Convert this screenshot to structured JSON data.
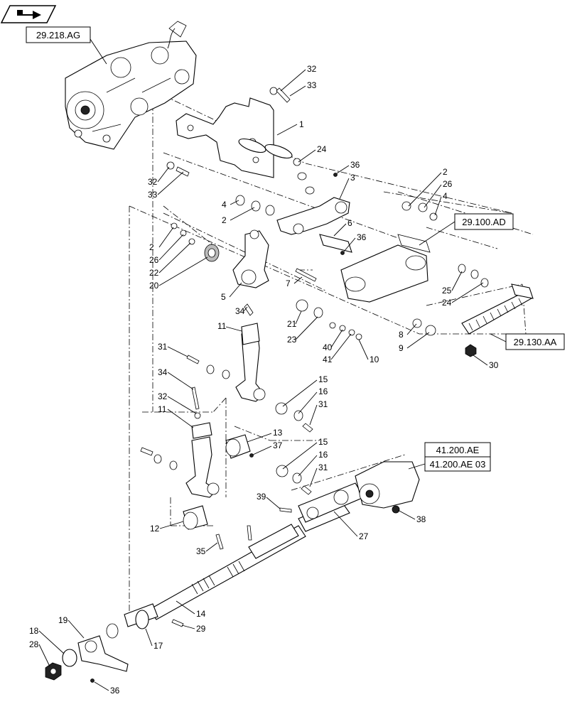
{
  "nav_icon": "arrow-right-icon",
  "references": [
    {
      "id": "ref-29-218-ag",
      "label": "29.218.AG"
    },
    {
      "id": "ref-29-100-ad",
      "label": "29.100.AD"
    },
    {
      "id": "ref-29-130-aa",
      "label": "29.130.AA"
    },
    {
      "id": "ref-41-200-ae",
      "label": "41.200.AE"
    },
    {
      "id": "ref-41-200-ae-03",
      "label": "41.200.AE 03"
    }
  ],
  "callouts": [
    "32",
    "33",
    "1",
    "24",
    "36",
    "3",
    "32",
    "33",
    "2",
    "26",
    "4",
    "4",
    "2",
    "6",
    "36",
    "29.100.AD",
    "2",
    "26",
    "22",
    "20",
    "5",
    "7",
    "25",
    "24",
    "34",
    "21",
    "23",
    "8",
    "9",
    "11",
    "40",
    "41",
    "10",
    "30",
    "31",
    "15",
    "16",
    "31",
    "34",
    "32",
    "11",
    "13",
    "37",
    "15",
    "16",
    "31",
    "39",
    "38",
    "27",
    "12",
    "35",
    "14",
    "29",
    "17",
    "19",
    "18",
    "28",
    "36"
  ]
}
